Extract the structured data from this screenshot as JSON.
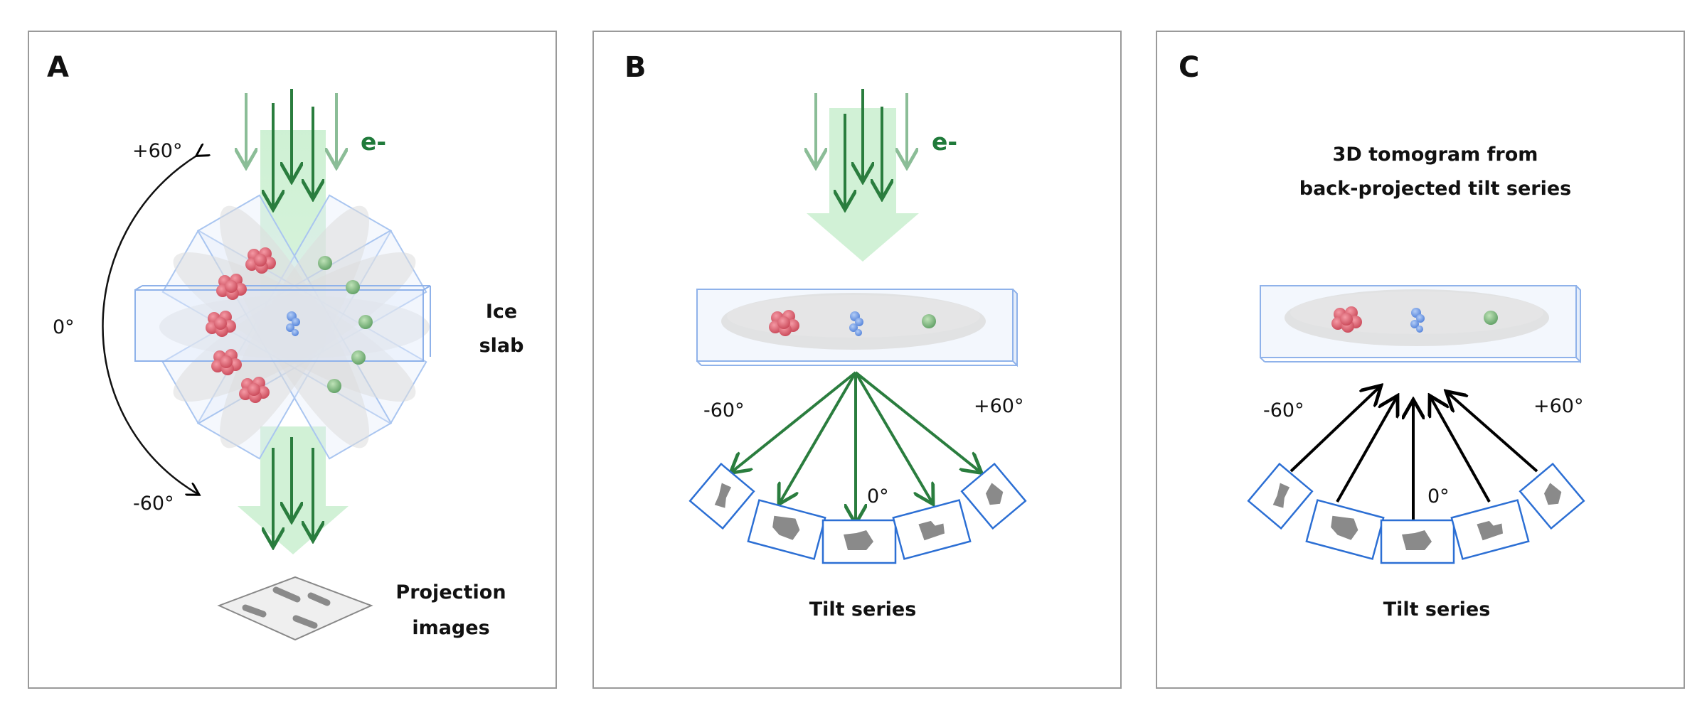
{
  "panels": {
    "a": {
      "letter": "A",
      "beam_label": "e-",
      "angle_plus": "+60°",
      "angle_zero": "0°",
      "angle_minus": "-60°",
      "ice_label_1": "Ice",
      "ice_label_2": "slab",
      "projection_label_1": "Projection",
      "projection_label_2": "images"
    },
    "b": {
      "letter": "B",
      "beam_label": "e-",
      "angle_minus": "-60°",
      "angle_plus": "+60°",
      "angle_zero": "0°",
      "tilt_label": "Tilt series"
    },
    "c": {
      "letter": "C",
      "title_1": "3D tomogram from",
      "title_2": "back-projected tilt series",
      "angle_minus": "-60°",
      "angle_plus": "+60°",
      "angle_zero": "0°",
      "tilt_label": "Tilt series"
    }
  },
  "colors": {
    "beam": "#1f7a3a",
    "beam_glow": "#c9efcf",
    "ice": "#8fb2ea",
    "protein_red": "#e06070",
    "protein_blue": "#6f9ae8",
    "particle_green": "#7fbf80",
    "projection_gray": "#8a8a8a",
    "frame_blue": "#2c6fd4"
  }
}
